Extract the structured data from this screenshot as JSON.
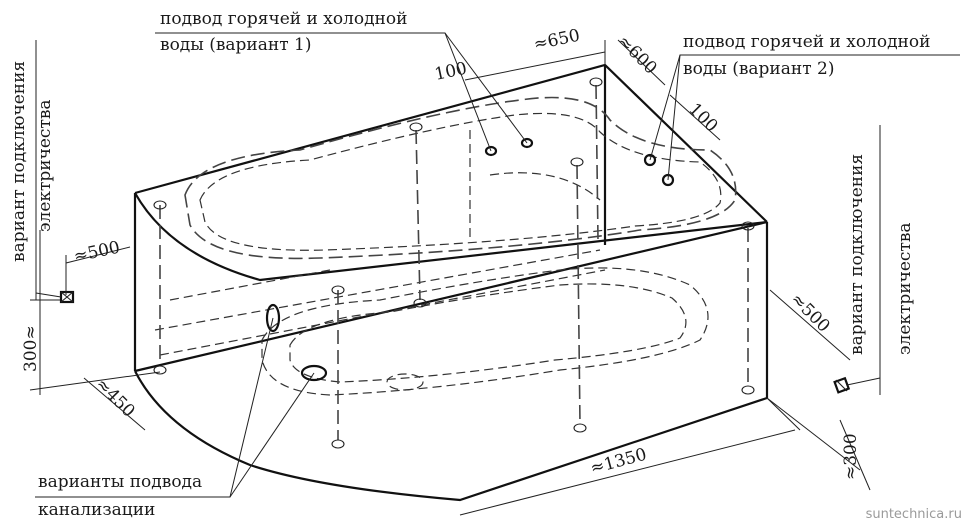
{
  "labels": {
    "water_v1_line1": "подвод горячей и холодной",
    "water_v1_line2": "воды (вариант 1)",
    "water_v2_line1": "подвод горячей и холодной",
    "water_v2_line2": "воды (вариант 2)",
    "elec_left_line1": "вариант подключения",
    "elec_left_line2": "электричества",
    "elec_right_line1": "вариант подключения",
    "elec_right_line2": "электричества",
    "drain_line1": "варианты подвода",
    "drain_line2": "канализации"
  },
  "dimensions": {
    "d100_left": "100",
    "d650": "≈650",
    "d600": "≈600",
    "d100_right": "100",
    "d500_left": "≈500",
    "d300_left": "300≈",
    "d450": "≈450",
    "d1350": "≈1350",
    "d500_right": "≈500",
    "d300_right": "≈300"
  },
  "watermark": "suntechnica.ru"
}
